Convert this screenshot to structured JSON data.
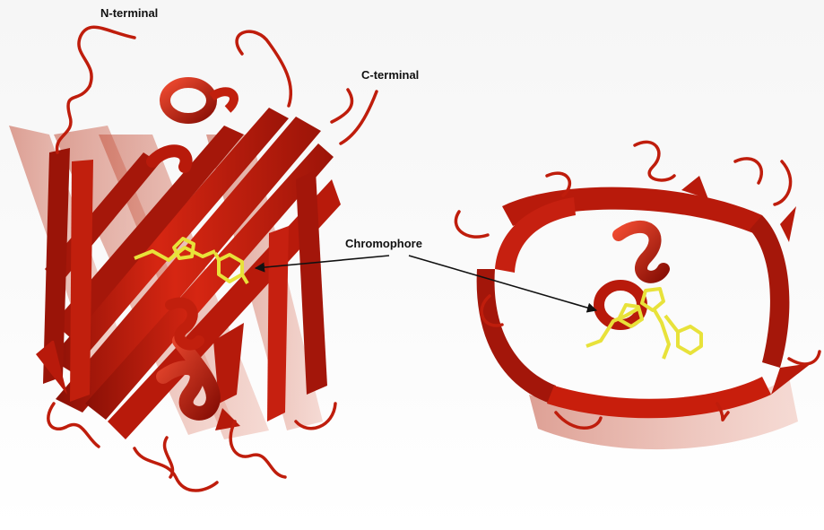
{
  "labels": {
    "n_terminal": "N-terminal",
    "c_terminal": "C-terminal",
    "chromophore": "Chromophore"
  },
  "colors": {
    "ribbon": "#c81e0c",
    "ribbon_dark": "#7e0d05",
    "ribbon_light": "#e8503a",
    "chromophore": "#e8e23a",
    "arrow": "#111111",
    "background": "#f7f7f7"
  }
}
